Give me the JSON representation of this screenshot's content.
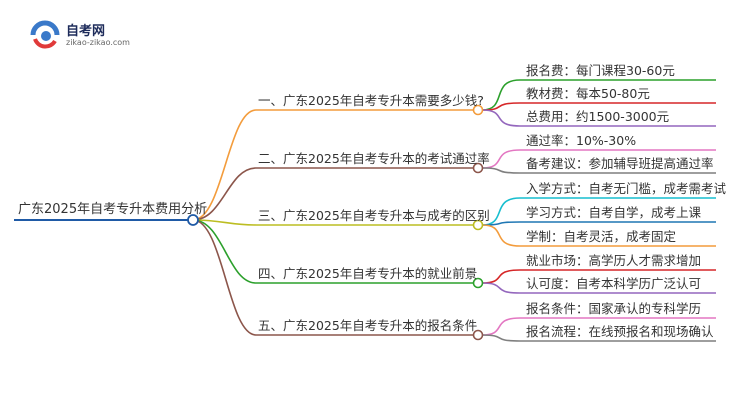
{
  "brand": {
    "name": "自考网",
    "url": "zikao-zikao.com"
  },
  "root": "广东2025年自考专升本费用分析",
  "branches": [
    {
      "label": "一、广东2025年自考专升本需要多少钱?",
      "color": "#f39c3c",
      "children": [
        {
          "label": "报名费：每门课程30-60元",
          "color": "#2ca02c"
        },
        {
          "label": "教材费：每本50-80元",
          "color": "#d62728"
        },
        {
          "label": "总费用：约1500-3000元",
          "color": "#9467bd"
        }
      ]
    },
    {
      "label": "二、广东2025年自考专升本的考试通过率",
      "color": "#8c564b",
      "children": [
        {
          "label": "通过率：10%-30%",
          "color": "#e377c2"
        },
        {
          "label": "备考建议：参加辅导班提高通过率",
          "color": "#7f7f7f"
        }
      ]
    },
    {
      "label": "三、广东2025年自考专升本与成考的区别",
      "color": "#bcbd22",
      "children": [
        {
          "label": "入学方式：自考无门槛，成考需考试",
          "color": "#17becf"
        },
        {
          "label": "学习方式：自考自学，成考上课",
          "color": "#1f77b4"
        },
        {
          "label": "学制：自考灵活，成考固定",
          "color": "#f39c3c"
        }
      ]
    },
    {
      "label": "四、广东2025年自考专升本的就业前景",
      "color": "#2ca02c",
      "children": [
        {
          "label": "就业市场：高学历人才需求增加",
          "color": "#d62728"
        },
        {
          "label": "认可度：自考本科学历广泛认可",
          "color": "#9467bd"
        }
      ]
    },
    {
      "label": "五、广东2025年自考专升本的报名条件",
      "color": "#8c564b",
      "children": [
        {
          "label": "报名条件：国家承认的专科学历",
          "color": "#e377c2"
        },
        {
          "label": "报名流程：在线预报名和现场确认",
          "color": "#7f7f7f"
        }
      ]
    }
  ]
}
